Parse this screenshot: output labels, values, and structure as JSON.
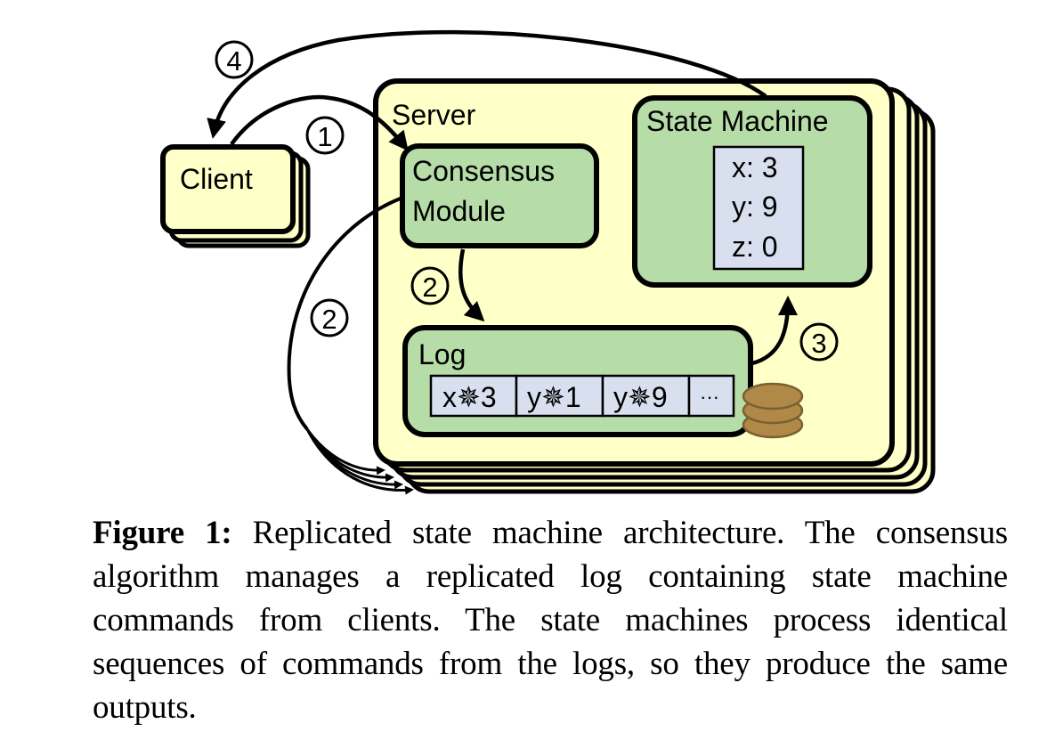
{
  "colors": {
    "box_fill": "#FFFFC8",
    "module_fill": "#B6DCA8",
    "entry_fill": "#D8E0F0",
    "disk_fill": "#B08848",
    "disk_stroke": "#7A6030",
    "stroke": "#000000"
  },
  "client": {
    "label": "Client"
  },
  "server": {
    "label": "Server",
    "consensus_module": {
      "line1": "Consensus",
      "line2": "Module"
    },
    "state_machine": {
      "label": "State Machine",
      "state": [
        "x: 3",
        "y: 9",
        "z: 0"
      ]
    },
    "log": {
      "label": "Log",
      "entries": [
        "x✵3",
        "y✵1",
        "y✵9",
        "···"
      ],
      "storage_icon": "disk-stack-icon"
    }
  },
  "steps": {
    "step1": "1",
    "step2_internal": "2",
    "step2_external": "2",
    "step3": "3",
    "step4": "4"
  },
  "caption": {
    "prefix": "Figure 1:",
    "text": " Replicated state machine architecture. The consensus algorithm manages a replicated log containing state machine commands from clients. The state machines process identical sequences of commands from the logs, so they produce the same outputs."
  }
}
